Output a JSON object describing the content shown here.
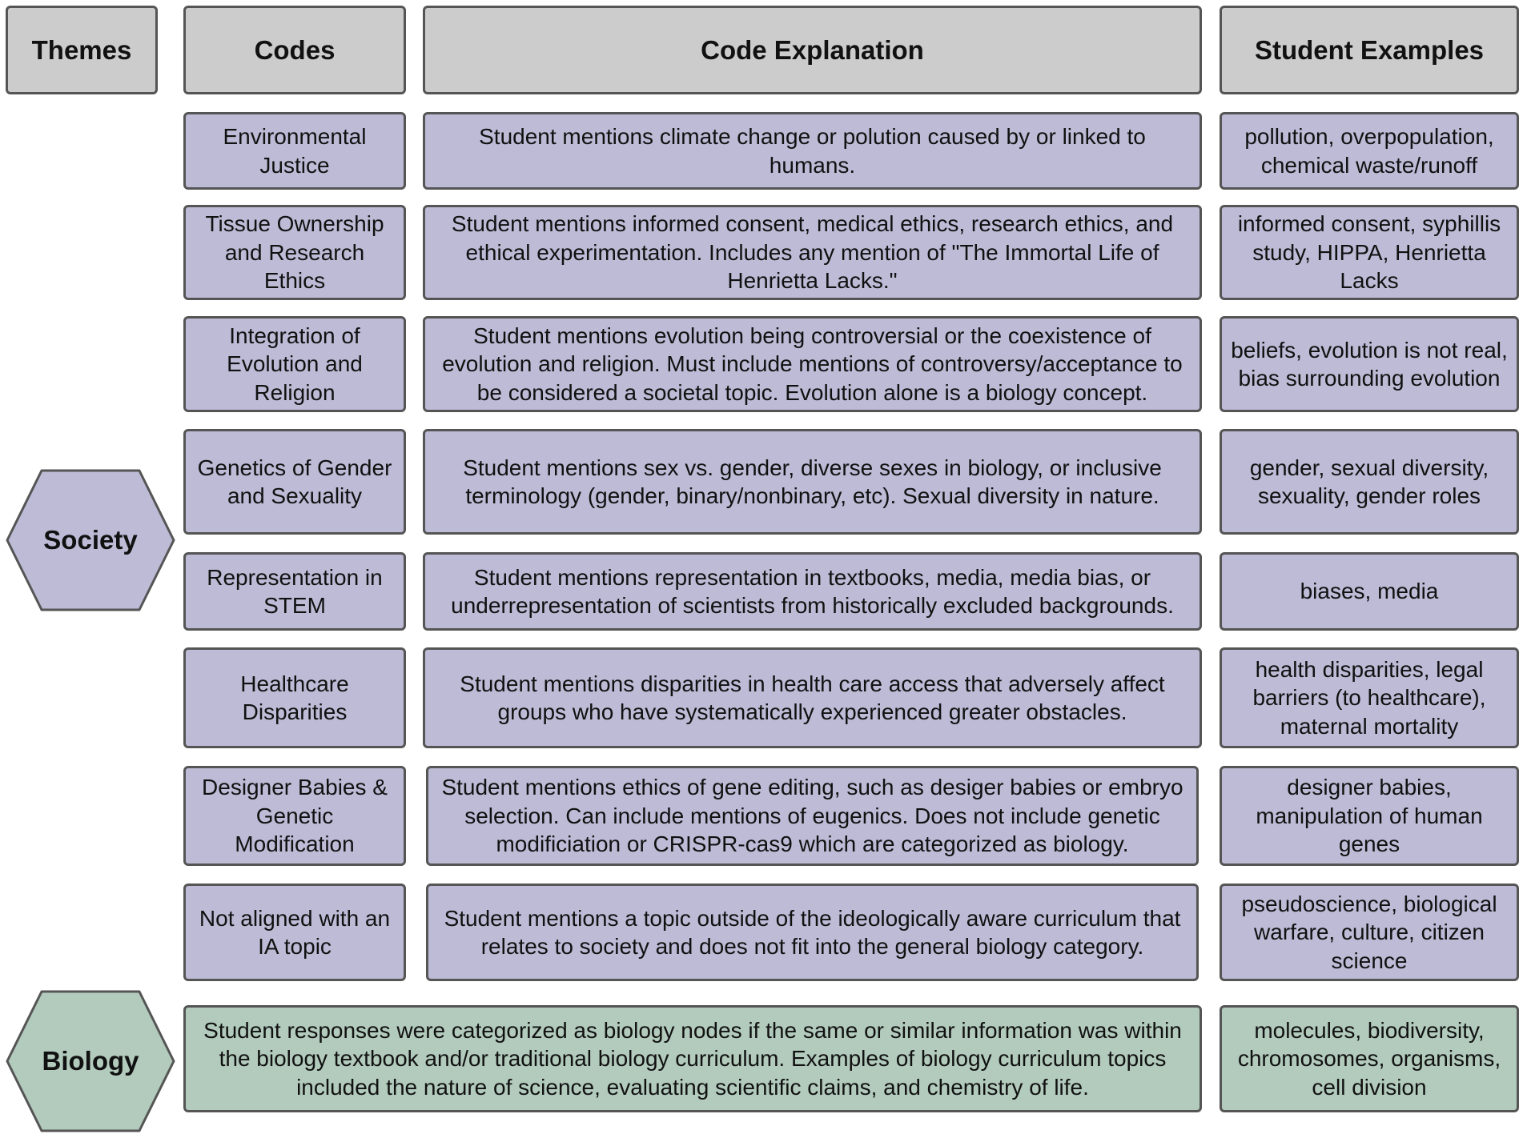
{
  "headers": {
    "themes": "Themes",
    "codes": "Codes",
    "explanation": "Code Explanation",
    "examples": "Student Examples"
  },
  "themes": {
    "society": "Society",
    "biology": "Biology"
  },
  "rows": [
    {
      "code": "Environmental Justice",
      "explanation": "Student mentions climate change or polution caused by or linked to humans.",
      "examples": "pollution, overpopulation, chemical waste/runoff"
    },
    {
      "code": "Tissue Ownership and Research Ethics",
      "explanation": "Student mentions informed consent, medical ethics, research ethics, and ethical experimentation. Includes any mention of \"The Immortal Life of Henrietta Lacks.\"",
      "examples": "informed consent, syphillis study, HIPPA, Henrietta Lacks"
    },
    {
      "code": "Integration of Evolution and Religion",
      "explanation": "Student mentions evolution being controversial or the coexistence of evolution and religion. Must include mentions of controversy/acceptance to be considered a societal topic. Evolution alone is a biology concept.",
      "examples": "beliefs, evolution is not real, bias surrounding evolution"
    },
    {
      "code": "Genetics of Gender and Sexuality",
      "explanation": "Student mentions sex vs. gender, diverse sexes in biology, or inclusive terminology (gender, binary/nonbinary, etc). Sexual diversity in nature.",
      "examples": "gender, sexual diversity, sexuality, gender roles"
    },
    {
      "code": "Representation in STEM",
      "explanation": "Student mentions representation in textbooks, media, media bias, or underrepresentation of scientists from historically excluded backgrounds.",
      "examples": "biases, media"
    },
    {
      "code": "Healthcare Disparities",
      "explanation": "Student mentions disparities in health care access that adversely affect groups who have systematically experienced greater obstacles.",
      "examples": "health disparities, legal barriers (to healthcare), maternal mortality"
    },
    {
      "code": "Designer Babies & Genetic Modification",
      "explanation": "Student mentions ethics of gene editing, such as desiger babies or embryo selection. Can include mentions of eugenics. Does not include genetic modificiation or CRISPR-cas9 which are categorized as biology.",
      "examples": "designer babies, manipulation of human genes"
    },
    {
      "code": "Not aligned with an IA topic",
      "explanation": "Student mentions a topic outside of the ideologically aware curriculum that relates to society and does not fit into the general biology category.",
      "examples": "pseudoscience, biological warfare, culture, citizen science"
    }
  ],
  "biology": {
    "explanation": "Student responses were categorized as biology nodes if the same or similar information was within the biology textbook and/or traditional biology curriculum. Examples of biology curriculum topics included the nature of science, evaluating scientific claims, and chemistry of life.",
    "examples": "molecules, biodiversity, chromosomes, organisms, cell division"
  },
  "colors": {
    "header_fill": "#cccccc",
    "society_fill": "#bdbbd6",
    "biology_fill": "#b2cbbd",
    "border": "#555555"
  }
}
